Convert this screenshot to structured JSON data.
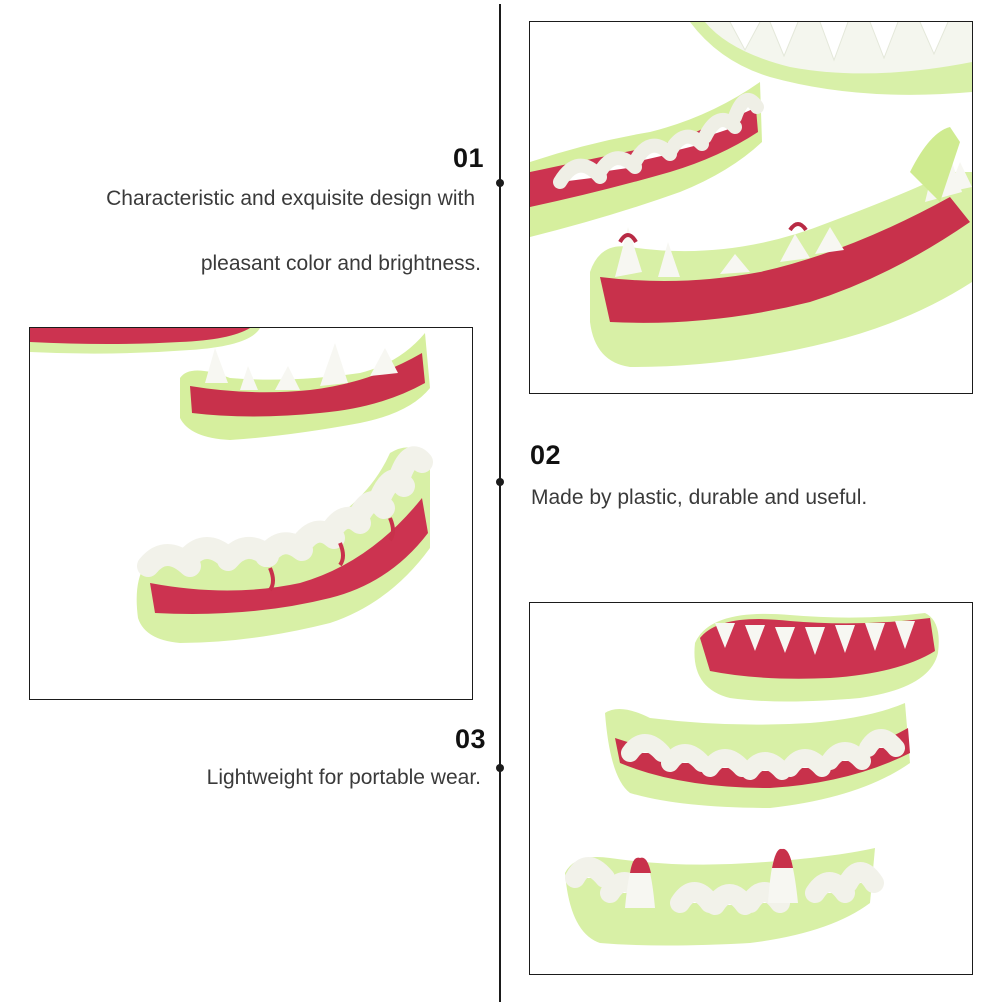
{
  "features": [
    {
      "number": "01",
      "lines": [
        "Characteristic and exquisite design with",
        "pleasant color and brightness."
      ]
    },
    {
      "number": "02",
      "lines": [
        "Made by plastic, durable and useful."
      ]
    },
    {
      "number": "03",
      "lines": [
        "Lightweight for portable wear."
      ]
    }
  ],
  "colors": {
    "timeline": "#1b1b1b",
    "gum_green": "#d8f0a8",
    "gum_red": "#cc3350",
    "tooth_white": "#f7f7f2"
  },
  "photos": [
    {
      "name": "photo-fangs-closeup",
      "icon": "glow-teeth-photo"
    },
    {
      "name": "photo-teeth-pair",
      "icon": "glow-teeth-photo"
    },
    {
      "name": "photo-three-dentures",
      "icon": "glow-teeth-photo"
    }
  ]
}
